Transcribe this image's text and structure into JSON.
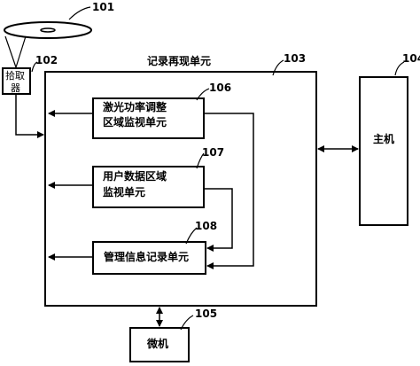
{
  "title": "记录再现单元",
  "components": {
    "disc": {
      "ref": "101"
    },
    "pickup": {
      "label_line1": "拾取",
      "label_line2": "器",
      "ref": "102"
    },
    "recording_unit": {
      "ref": "103"
    },
    "host": {
      "label": "主机",
      "ref": "104"
    },
    "microcomputer": {
      "label": "微机",
      "ref": "105"
    },
    "laser_power_unit": {
      "label_line1": "激光功率调整",
      "label_line2": "区域监视单元",
      "ref": "106"
    },
    "user_data_unit": {
      "label_line1": "用户数据区域",
      "label_line2": "监视单元",
      "ref": "107"
    },
    "management_unit": {
      "label": "管理信息记录单元",
      "ref": "108"
    }
  }
}
